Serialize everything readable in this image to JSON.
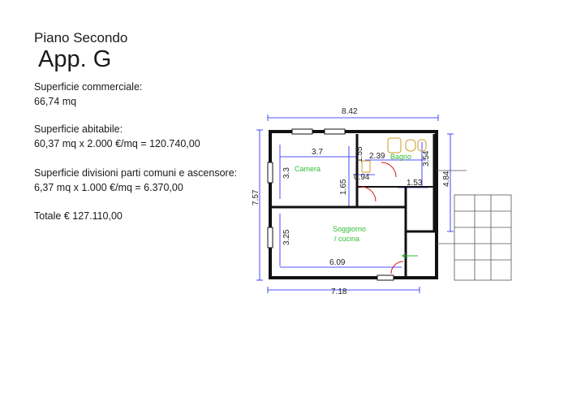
{
  "header": {
    "floor": "Piano Secondo",
    "apartment": "App. G"
  },
  "info": {
    "commercial_label": "Superficie commerciale:",
    "commercial_value": "66,74 mq",
    "habitable_label": "Superficie abitabile:",
    "habitable_value": "60,37 mq x 2.000 €/mq = 120.740,00",
    "common_label": "Superficie divisioni parti comuni e ascensore:",
    "common_value": "6,37 mq x 1.000 €/mq = 6.370,00",
    "total": "Totale € 127.110,00"
  },
  "plan": {
    "dims": {
      "top_width": "8.42",
      "bottom_width": "7.18",
      "left_height": "7.57",
      "right_height": "4.84",
      "camera_width": "3.7",
      "camera_height": "3.3",
      "living_width": "6.09",
      "living_height": "3.25",
      "hall_height": "1.65",
      "d_155": "1.55",
      "d_239": "2.39",
      "d_354": "3.54",
      "d_094": "0.94",
      "d_153": "1.53"
    },
    "rooms": {
      "camera": "Camera",
      "bagno": "Bagno",
      "living_1": "Soggiorno",
      "living_2": "/ cucina"
    },
    "colors": {
      "dimension": "#1a1aff",
      "room_label": "#33bb33",
      "fixtures": "#d09a2a",
      "wall": "#111111"
    }
  }
}
